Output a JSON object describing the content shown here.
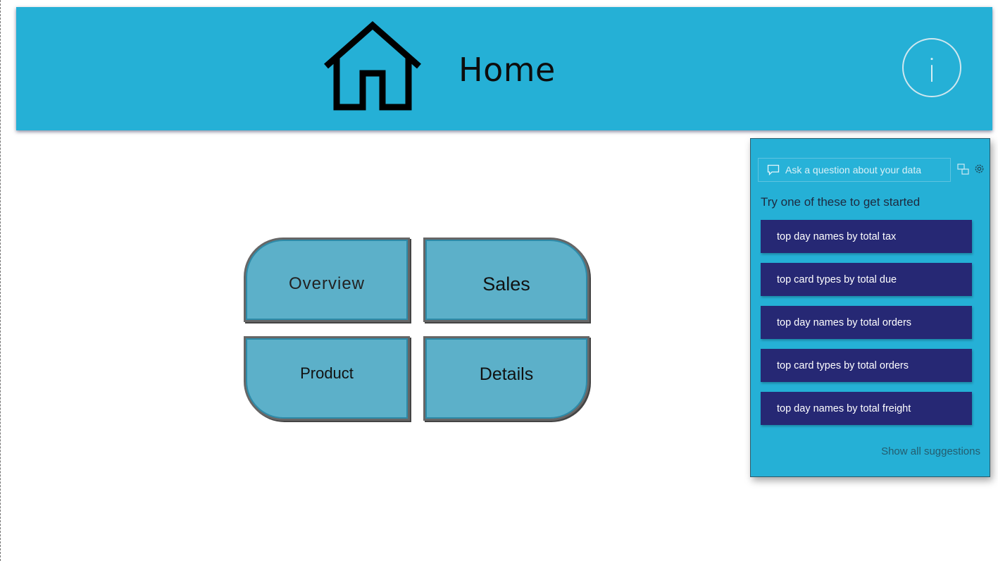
{
  "header": {
    "title": "Home",
    "background": "#25b0d6",
    "home_icon": "home-icon",
    "info_icon": "info-icon"
  },
  "nav_tiles": [
    {
      "label": "Overview",
      "color": "#5cb0c9"
    },
    {
      "label": "Sales",
      "color": "#5cb0c9"
    },
    {
      "label": "Product",
      "color": "#5cb0c9"
    },
    {
      "label": "Details",
      "color": "#5cb0c9"
    }
  ],
  "qa_panel": {
    "input_placeholder": "Ask a question about your data",
    "input_value": "",
    "prompt": "Try one of these to get started",
    "suggestions": [
      "top day names by total tax",
      "top card types by total due",
      "top day names by total orders",
      "top card types by total orders",
      "top day names by total freight"
    ],
    "show_all": "Show all suggestions",
    "background": "#25b0d6",
    "suggestion_color": "#262874"
  }
}
